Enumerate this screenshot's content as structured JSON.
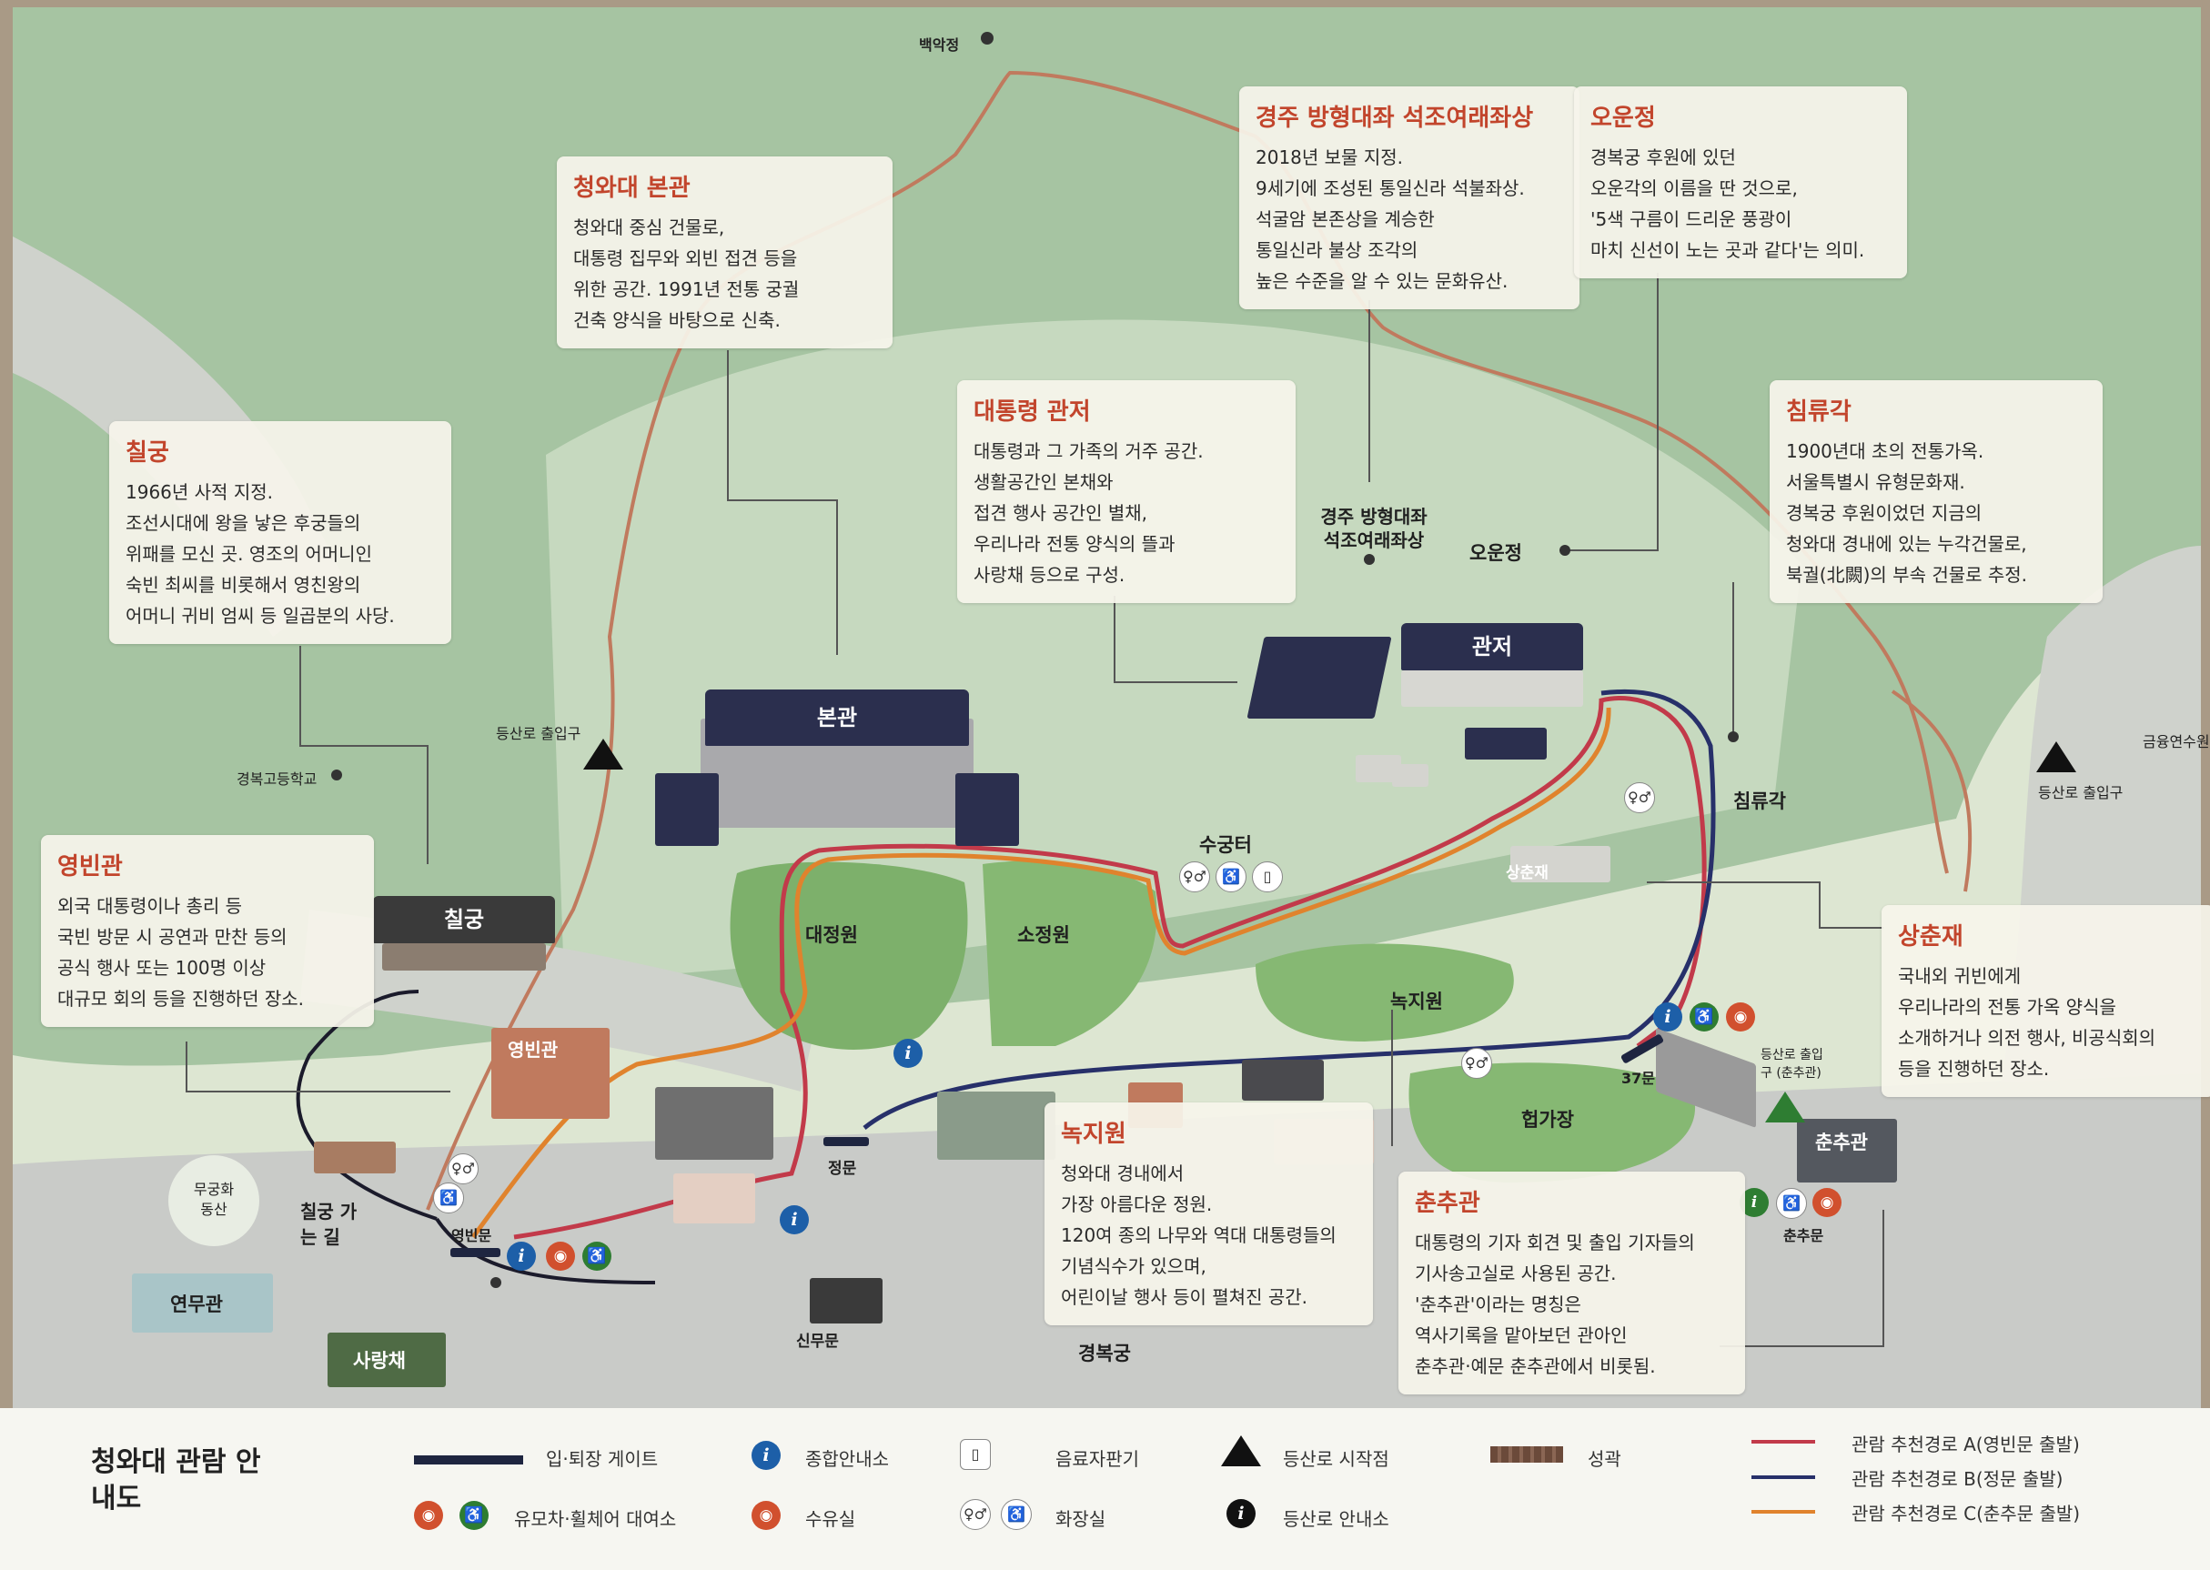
{
  "colors": {
    "land": "#dde6d2",
    "mountain": "#9fbf9d",
    "road": "#c9cbc8",
    "lawn": "#7db06b",
    "box_title": "#c2452c",
    "route_a": "#c23a4a",
    "route_b": "#27306a",
    "route_c": "#e0832d",
    "trail": "#c07a5e",
    "roof": "#2b2f4e"
  },
  "info_boxes": {
    "main_building": {
      "title": "청와대 본관",
      "lines": [
        "청와대 중심 건물로,",
        "대통령 집무와 외빈 접견 등을",
        "위한 공간. 1991년 전통 궁궐",
        "건축 양식을 바탕으로 신축."
      ]
    },
    "buddha": {
      "title": "경주 방형대좌 석조여래좌상",
      "lines": [
        "2018년 보물 지정.",
        "9세기에 조성된 통일신라 석불좌상.",
        "석굴암 본존상을 계승한",
        "통일신라 불상 조각의",
        "높은 수준을 알 수 있는 문화유산."
      ]
    },
    "ounjeong": {
      "title": "오운정",
      "lines": [
        "경복궁 후원에 있던",
        "오운각의 이름을 딴 것으로,",
        "'5색 구름이 드리운 풍광이",
        "마치 신선이 노는 곳과 같다'는 의미."
      ]
    },
    "chilgung": {
      "title": "칠궁",
      "lines": [
        "1966년 사적 지정.",
        "조선시대에 왕을 낳은 후궁들의",
        "위패를 모신 곳. 영조의 어머니인",
        "숙빈 최씨를 비롯해서 영친왕의",
        "어머니 귀비 엄씨 등 일곱분의 사당."
      ]
    },
    "residence": {
      "title": "대통령 관저",
      "lines": [
        "대통령과 그 가족의 거주 공간.",
        "생활공간인 본채와",
        "접견 행사 공간인 별채,",
        "우리나라 전통 양식의 뜰과",
        "사랑채 등으로 구성."
      ]
    },
    "chimnyugak": {
      "title": "침류각",
      "lines": [
        "1900년대 초의 전통가옥.",
        "서울특별시 유형문화재.",
        "경복궁 후원이었던 지금의",
        "청와대 경내에 있는 누각건물로,",
        "북궐(北闕)의 부속 건물로 추정."
      ]
    },
    "yeongbingwan": {
      "title": "영빈관",
      "lines": [
        "외국 대통령이나 총리 등",
        "국빈 방문 시 공연과 만찬 등의",
        "공식 행사 또는 100명 이상",
        "대규모 회의 등을 진행하던 장소."
      ]
    },
    "sangchunjae": {
      "title": "상춘재",
      "lines": [
        "국내외 귀빈에게",
        "우리나라의 전통 가옥 양식을",
        "소개하거나 의전 행사, 비공식회의",
        "등을 진행하던 장소."
      ]
    },
    "nokjiwon": {
      "title": "녹지원",
      "lines": [
        "청와대 경내에서",
        "가장 아름다운 정원.",
        "120여 종의 나무와 역대 대통령들의",
        "기념식수가 있으며,",
        "어린이날 행사 등이 펼쳐진 공간."
      ]
    },
    "chunchugwan": {
      "title": "춘추관",
      "lines": [
        "대통령의 기자 회견 및 출입 기자들의",
        "기사송고실로 사용된 공간.",
        "'춘추관'이라는 명칭은",
        "역사기록을 맡아보던 관아인",
        "춘추관·예문 춘추관에서 비롯됨."
      ]
    }
  },
  "places": {
    "baegakjeong": "백악정",
    "bongwan": "본관",
    "gwanjeo": "관저",
    "chilgung": "칠궁",
    "yeongbingwan": "영빈관",
    "daejeongwon": "대정원",
    "sojeongwon": "소정원",
    "sugungteo": "수궁터",
    "nokjiwon": "녹지원",
    "hyeopgajang": "헙가장",
    "chunchugwan": "춘추관",
    "yeonmugwan": "연무관",
    "sarangchae": "사랑채",
    "sinmumun": "신무문",
    "gyeongbokgung": "경복궁",
    "jeongmun": "정문",
    "yeongbinmun": "영빈문",
    "chunchumun": "춘추문",
    "gate37": "37문",
    "buddha": "경주 방형대좌 석조여래좌상",
    "ounjeong": "오운정",
    "chimnyugak": "침류각",
    "sangchunjae": "상춘재",
    "gyeongbok_high": "경복고등학교",
    "mugunghwa": "무궁화 동산",
    "chilgung_path": "칠궁 가는 길",
    "trail_west": "등산로 출입구",
    "trail_east": "등산로 출입구",
    "trail_chunchu": "등산로 출입구 (춘추관)",
    "geumyong": "금융연수원"
  },
  "legend": {
    "title": "청와대 관람 안내도",
    "gate": "입·퇴장 게이트",
    "stroller": "유모차·휠체어 대여소",
    "info": "종합안내소",
    "nursing": "수유실",
    "vending": "음료자판기",
    "toilet": "화장실",
    "trail_start": "등산로 시작점",
    "trail_info": "등산로 안내소",
    "wall": "성곽",
    "route_a": "관람 추천경로 A(영빈문 출발)",
    "route_b": "관람 추천경로 B(정문 출발)",
    "route_c": "관람 추천경로 C(춘추문 출발)"
  },
  "icons": {
    "info": "info-icon",
    "stroller": "stroller-icon",
    "wheelchair": "wheelchair-icon",
    "toilet": "toilet-icon",
    "vending": "vending-machine-icon",
    "nursing": "nursing-room-icon",
    "mountain": "mountain-trail-icon",
    "wall": "fortress-wall-icon"
  }
}
